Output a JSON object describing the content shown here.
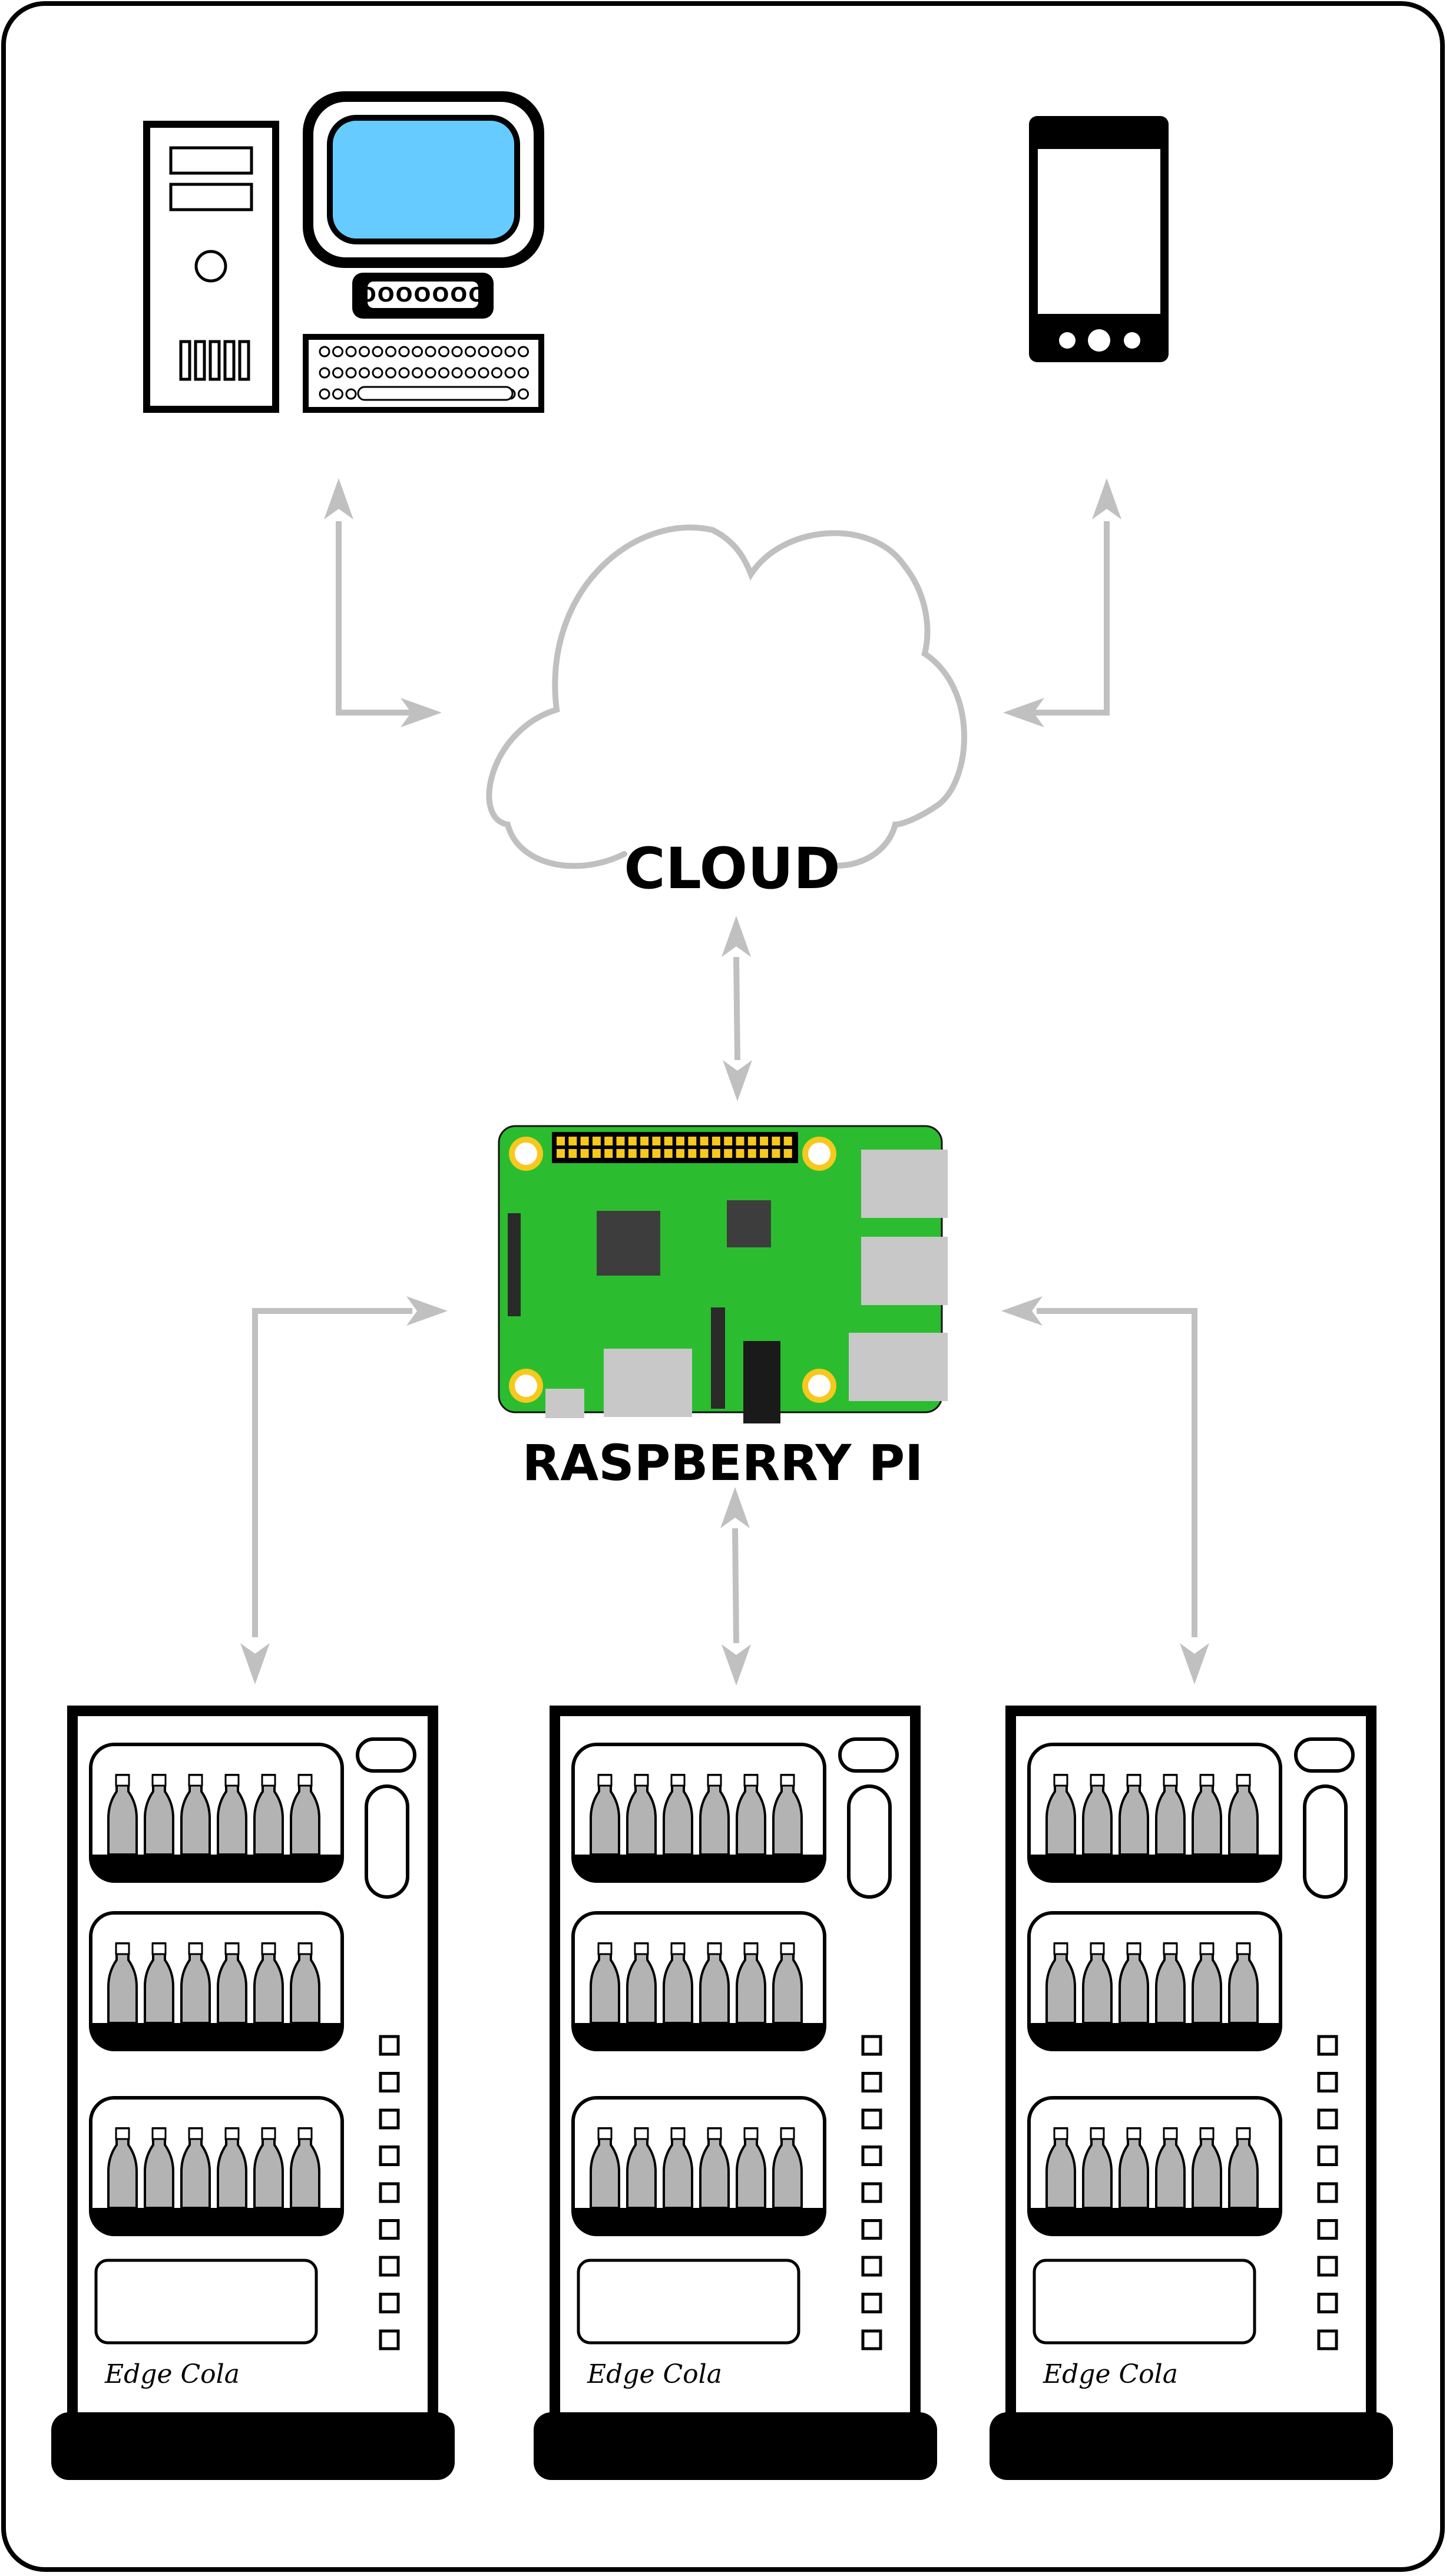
{
  "diagram": {
    "nodes": {
      "desktop_computer": {
        "label": "",
        "screen_color": "#66ccff",
        "keypad_text": "OOOOOOO"
      },
      "smartphone": {
        "label": ""
      },
      "cloud": {
        "label": "CLOUD"
      },
      "raspberry_pi": {
        "label": "RASPBERRY PI",
        "board_color": "#2bbd2f",
        "header_color": "#f7c81e"
      },
      "vending_machines": [
        {
          "brand": "Edge Cola"
        },
        {
          "brand": "Edge Cola"
        },
        {
          "brand": "Edge Cola"
        }
      ]
    },
    "connections": [
      {
        "from": "desktop_computer",
        "to": "cloud",
        "direction": "bidirectional"
      },
      {
        "from": "smartphone",
        "to": "cloud",
        "direction": "bidirectional"
      },
      {
        "from": "cloud",
        "to": "raspberry_pi",
        "direction": "bidirectional"
      },
      {
        "from": "raspberry_pi",
        "to": "vending_machine_1",
        "direction": "bidirectional"
      },
      {
        "from": "raspberry_pi",
        "to": "vending_machine_2",
        "direction": "bidirectional"
      },
      {
        "from": "raspberry_pi",
        "to": "vending_machine_3",
        "direction": "bidirectional"
      }
    ],
    "colors": {
      "arrow": "#c0c0c0",
      "outline": "#000000",
      "bottle": "#b3b3b3",
      "port": "#c8c8c8"
    }
  }
}
